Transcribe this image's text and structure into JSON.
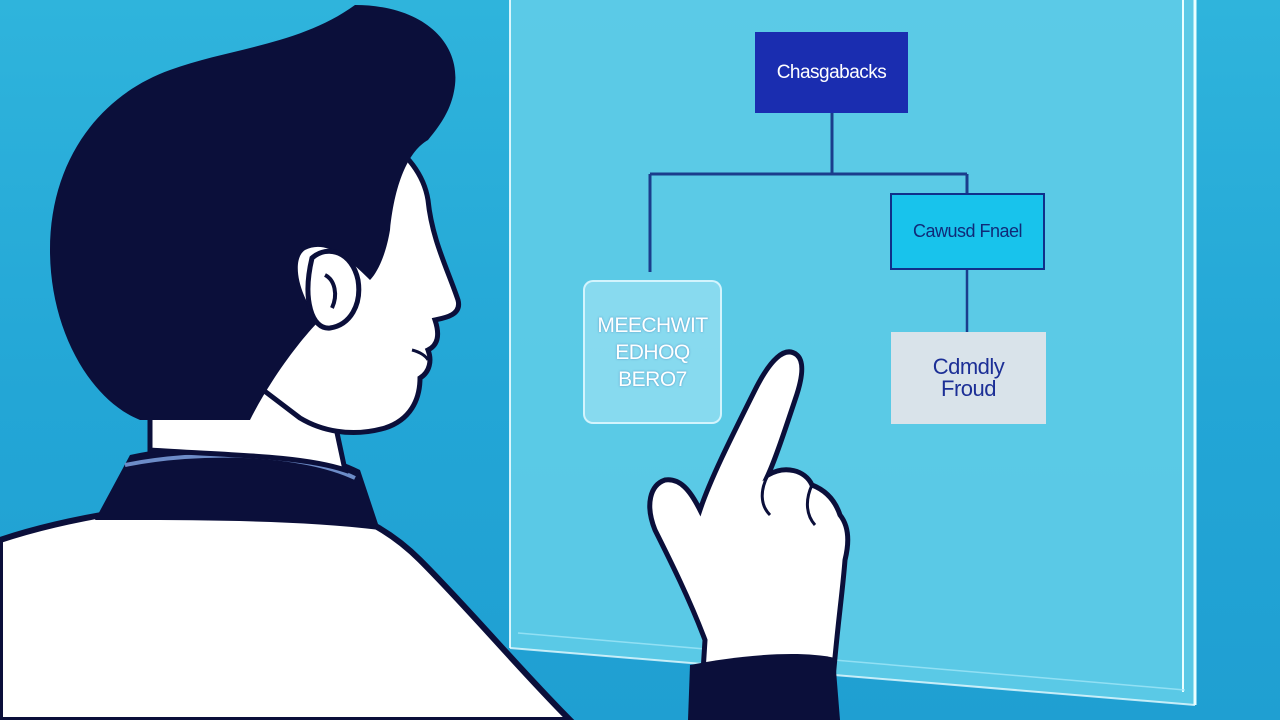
{
  "diagram": {
    "root_node": {
      "label": "Chasgabacks"
    },
    "right_top_node": {
      "label": "Cawusd Fnael"
    },
    "left_node": {
      "lines": [
        "MEECHWIT",
        "EDHOQ",
        "BERO7"
      ]
    },
    "right_bottom_node": {
      "lines": [
        "Cdmdly",
        "Froud"
      ]
    }
  },
  "colors": {
    "background": "#27aad8",
    "panel": "#5cc9e6",
    "root_fill": "#1a2db0",
    "right_top_fill": "#18c3ec",
    "right_bottom_fill": "#d9e3ea",
    "connector": "#1b3d8c",
    "person_hair": "#0b0f3a",
    "person_skin": "#ffffff"
  }
}
